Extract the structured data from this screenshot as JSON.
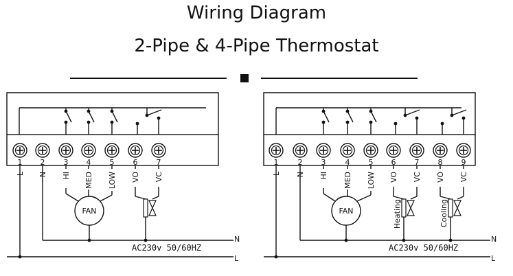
{
  "header": {
    "title": "Wiring Diagram",
    "subtitle": "2-Pipe & 4-Pipe Thermostat"
  },
  "left_diagram": {
    "terminals": [
      "1",
      "2",
      "3",
      "4",
      "5",
      "6",
      "7"
    ],
    "wire_labels": [
      "L",
      "N",
      "HI",
      "MED",
      "LOW",
      "VO",
      "VC"
    ],
    "fan_label": "FAN",
    "supply_label": "AC230v  50/60HZ",
    "neutral_line_label": "N",
    "live_line_label": "L"
  },
  "right_diagram": {
    "terminals": [
      "1",
      "2",
      "3",
      "4",
      "5",
      "6",
      "7",
      "8",
      "9"
    ],
    "wire_labels": [
      "L",
      "N",
      "HI",
      "MED",
      "LOW",
      "VO",
      "VC",
      "VO",
      "VC"
    ],
    "fan_label": "FAN",
    "heating_label": "Heating",
    "cooling_label": "Cooling",
    "supply_label": "AC230v  50/60HZ",
    "neutral_line_label": "N",
    "live_line_label": "L"
  }
}
